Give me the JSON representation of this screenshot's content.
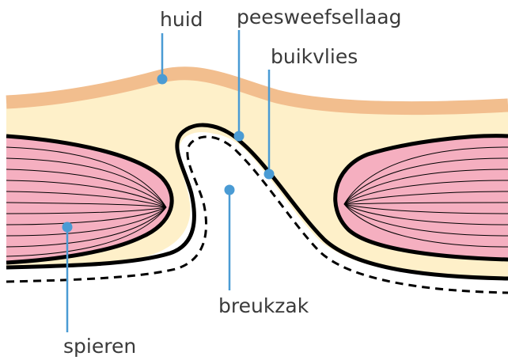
{
  "labels": {
    "huid": "huid",
    "peesweefsellaag": "peesweefsellaag",
    "buikvlies": "buikvlies",
    "breukzak": "breukzak",
    "spieren": "spieren"
  },
  "colors": {
    "skin": "#F2BE8E",
    "fat": "#FEF0C9",
    "muscle": "#F5AFC0",
    "outline": "#000000",
    "leader": "#4A9BD4",
    "text": "#3A3A3A"
  }
}
